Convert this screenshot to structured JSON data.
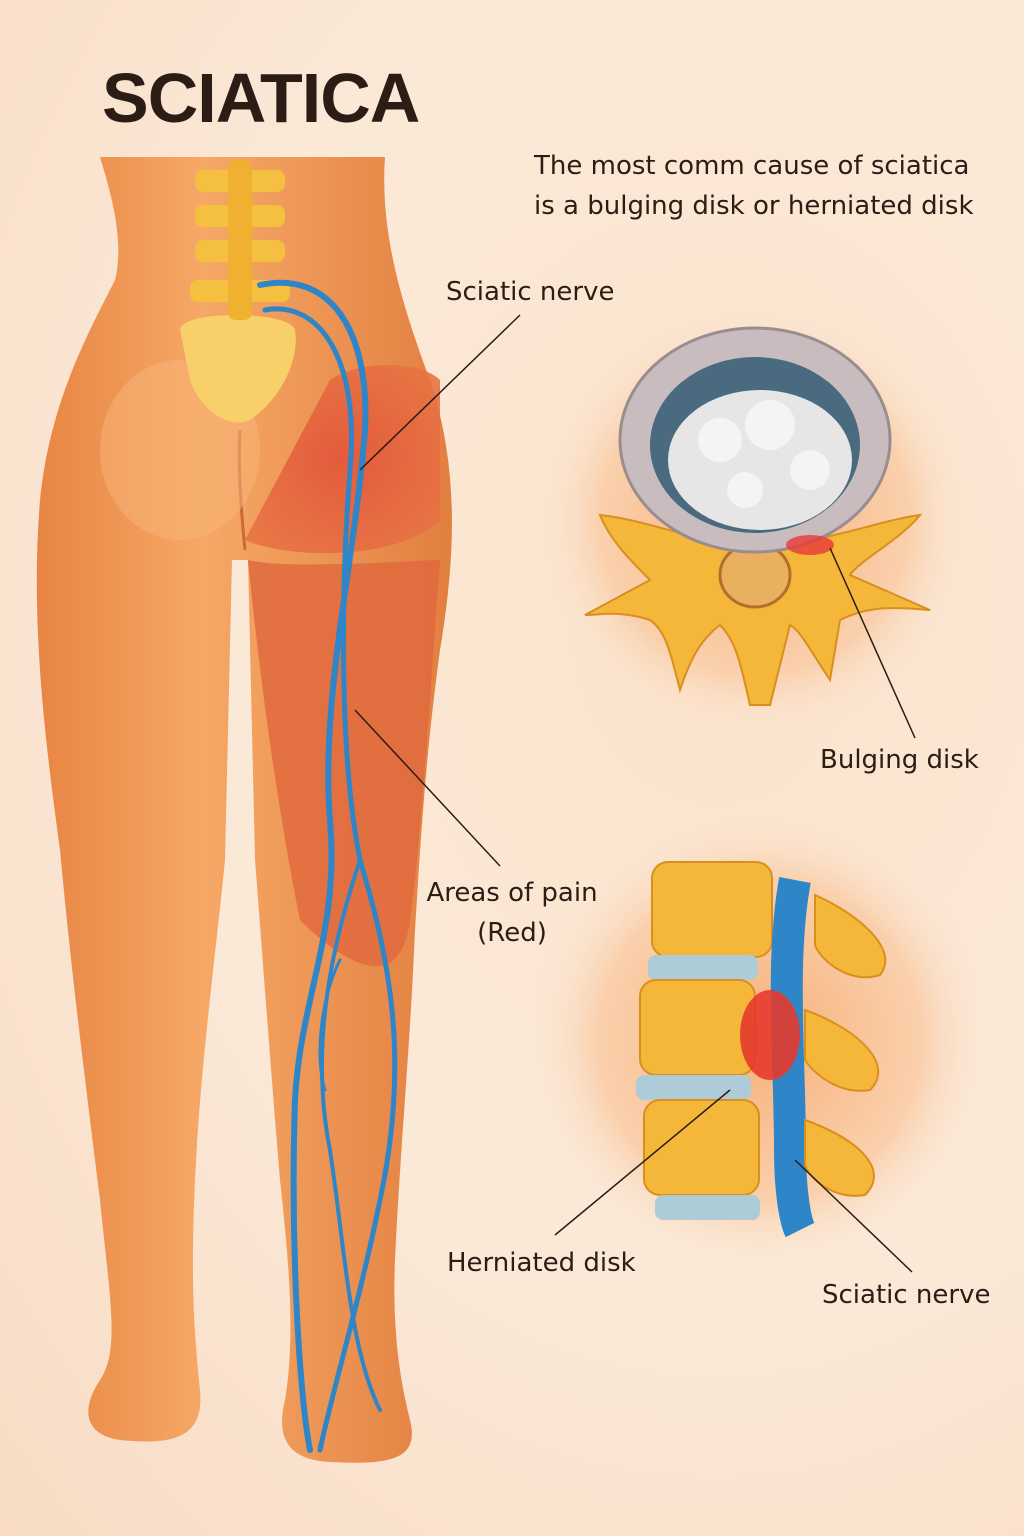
{
  "title": "SCIATICA",
  "caption": {
    "line1": "The most comm cause of sciatica",
    "line2": "is a bulging disk or herniated disk"
  },
  "labels": {
    "sciatic_nerve_top": "Sciatic nerve",
    "bulging_disk": "Bulging disk",
    "areas_of_pain_line1": "Areas of pain",
    "areas_of_pain_line2": "(Red)",
    "herniated_disk": "Herniated disk",
    "sciatic_nerve_bottom": "Sciatic nerve"
  },
  "colors": {
    "skin": "#f09a5a",
    "pain": "#e05a36",
    "nerve": "#2e86c8",
    "bone": "#f5b73a",
    "disk": "#e8e6e4",
    "text": "#2b1d16"
  }
}
